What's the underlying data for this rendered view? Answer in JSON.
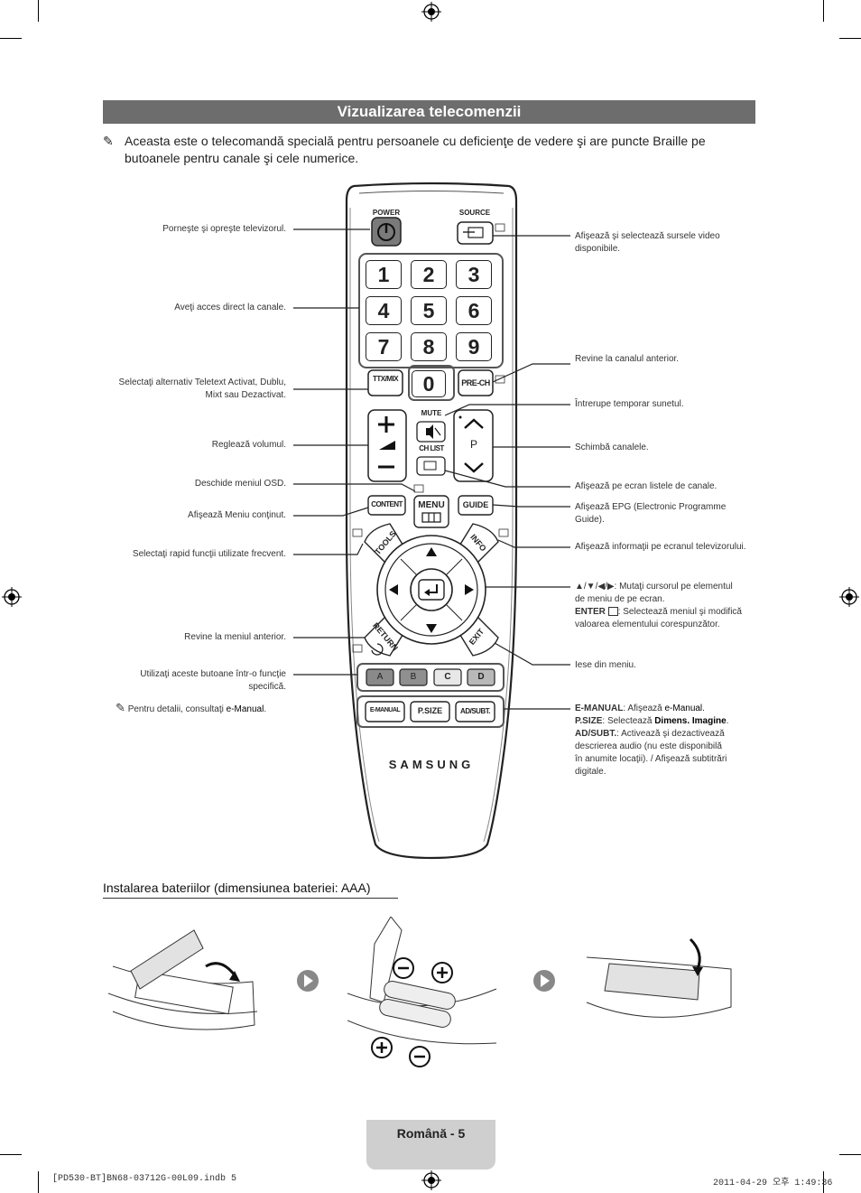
{
  "page": {
    "title": "Vizualizarea telecomenzii",
    "note": "Aceasta este o telecomandă specială pentru persoanele cu deficienţe de vedere şi are puncte Braille pe butoanele pentru canale şi cele numerice.",
    "subheading": "Instalarea bateriilor (dimensiunea bateriei: AAA)",
    "footer": "Română - 5",
    "file_info": "[PD530-BT]BN68-03712G-00L09.indb   5",
    "print_stamp": "2011-04-29   오후 1:49:36"
  },
  "remote": {
    "power": "POWER",
    "source": "SOURCE",
    "digits": [
      "1",
      "2",
      "3",
      "4",
      "5",
      "6",
      "7",
      "8",
      "9",
      "0"
    ],
    "ttx": "TTX/MIX",
    "prech": "PRE-CH",
    "mute": "MUTE",
    "chlist": "CH LIST",
    "p": "P",
    "content": "CONTENT",
    "menu": "MENU",
    "guide": "GUIDE",
    "tools": "TOOLS",
    "info": "INFO",
    "return": "RETURN",
    "exit": "EXIT",
    "color_buttons": [
      "A",
      "B",
      "C",
      "D"
    ],
    "emanual": "E-MANUAL",
    "psize": "P.SIZE",
    "adsubt": "AD/SUBT.",
    "brand": "SAMSUNG"
  },
  "labels_left": {
    "power": "Porneşte şi opreşte televizorul.",
    "digits": "Aveţi acces direct la canale.",
    "ttx_line1": "Selectaţi alternativ Teletext Activat, Dublu,",
    "ttx_line2": "Mixt sau Dezactivat.",
    "volume": "Reglează volumul.",
    "menu": "Deschide meniul OSD.",
    "content": "Afişează Meniu conţinut.",
    "tools": "Selectaţi rapid funcţii utilizate frecvent.",
    "return": "Revine la meniul anterior.",
    "color_line1": "Utilizaţi aceste butoane într-o funcţie",
    "color_line2": "specifică.",
    "note_prefix": "Pentru detalii, consultaţi ",
    "note_bold": "e-Manual",
    "note_suffix": "."
  },
  "labels_right": {
    "source_line1": "Afişează şi selectează sursele video",
    "source_line2": "disponibile.",
    "prech": "Revine la canalul anterior.",
    "mute": "Întrerupe temporar sunetul.",
    "channel": "Schimbă canalele.",
    "chlist": "Afişează pe ecran listele de canale.",
    "guide_line1": "Afişează EPG (Electronic Programme",
    "guide_line2": "Guide).",
    "info": "Afişează informaţii pe ecranul televizorului.",
    "nav_line1": "▲/▼/◀/▶: Mutaţi cursorul pe elementul",
    "nav_line2": "de meniu de pe ecran.",
    "enter_bold": "ENTER",
    "enter_rest": ": Selectează meniul şi modifică",
    "enter_line2": "valoarea elementului corespunzător.",
    "exit": "Iese din meniu.",
    "emanual_bold": "E-MANUAL",
    "emanual_rest": ": Afişează ",
    "emanual_val": "e-Manual",
    "psize_bold": "P.SIZE",
    "psize_rest": ": Selectează ",
    "psize_val": "Dimens. Imagine",
    "adsubt_bold": "AD/SUBT.",
    "adsubt_rest": ": Activează şi dezactivează",
    "adsubt_line2": "descrierea audio (nu este disponibilă",
    "adsubt_line3": "în anumite locaţii). / Afişează subtitrări",
    "adsubt_line4": "digitale."
  }
}
